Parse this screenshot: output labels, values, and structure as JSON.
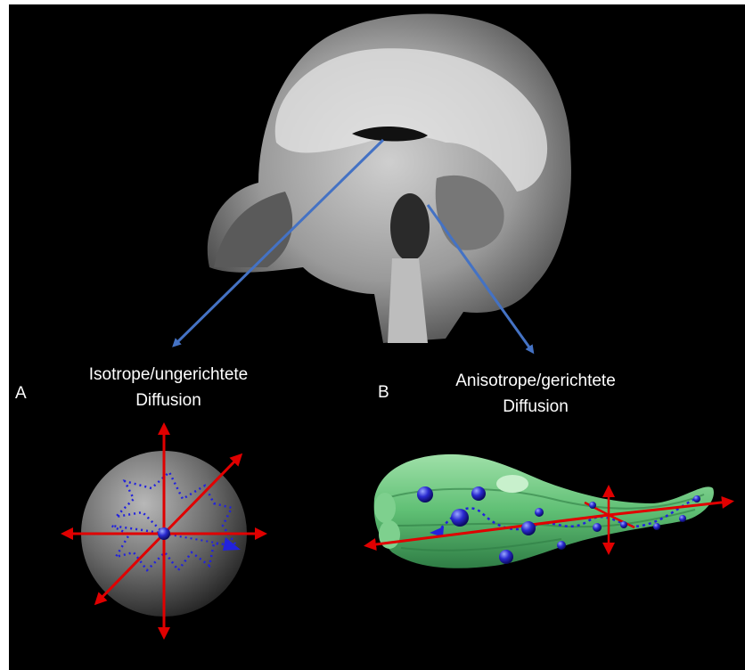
{
  "panel_a": {
    "letter": "A",
    "title_line1": "Isotrope/ungerichtete",
    "title_line2": "Diffusion"
  },
  "panel_b": {
    "letter": "B",
    "title_line1": "Anisotrope/gerichtete",
    "title_line2": "Diffusion"
  },
  "colors": {
    "background": "#000000",
    "pointer_arrow": "#4472c4",
    "axis_arrow": "#e00000",
    "diffusion_path": "#2222dd",
    "fiber": "#5fbf74"
  }
}
